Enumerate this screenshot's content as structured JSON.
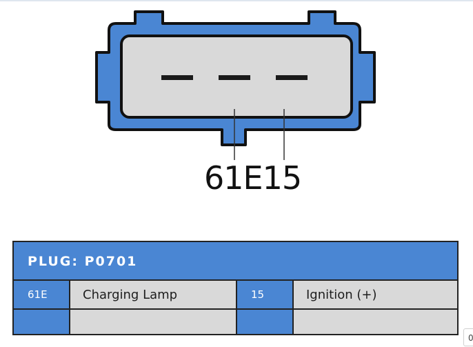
{
  "pin_labels": "61E15",
  "plug": {
    "title": "PLUG: P0701",
    "rows": [
      {
        "pin_a": "61E",
        "desc_a": "Charging Lamp",
        "pin_b": "15",
        "desc_b": "Ignition (+)"
      },
      {
        "pin_a": "",
        "desc_a": "",
        "pin_b": "",
        "desc_b": ""
      }
    ]
  },
  "corner_badge": "0",
  "colors": {
    "connector_blue": "#4a86d3",
    "connector_outline": "#111111",
    "connector_face": "#d9d9d9",
    "table_header": "#4a86d3",
    "table_cell": "#d9d9d9"
  }
}
